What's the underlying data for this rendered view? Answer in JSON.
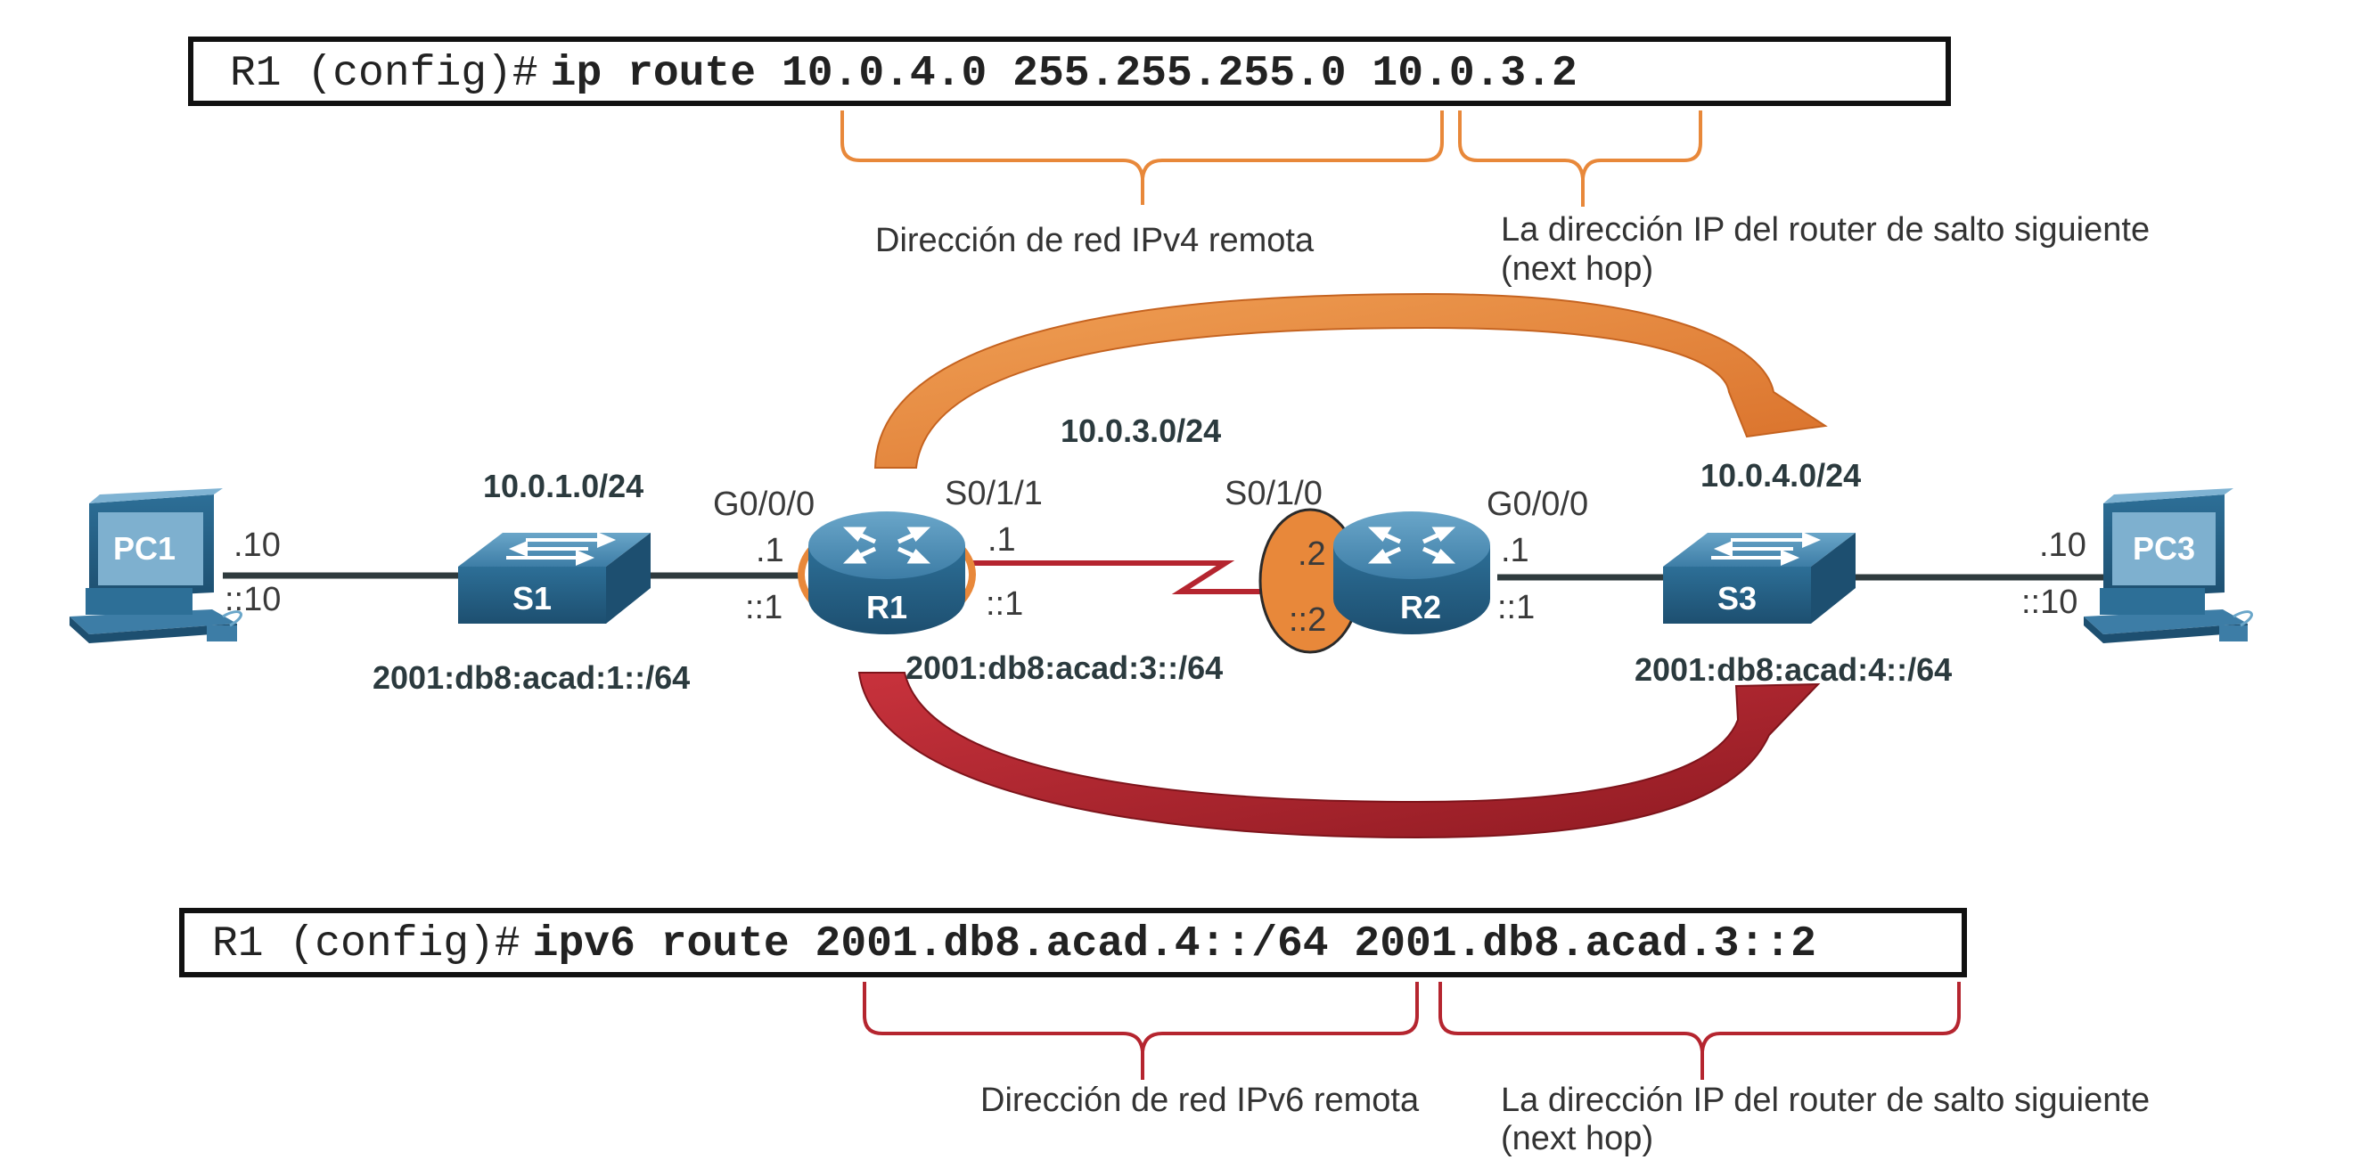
{
  "commands": {
    "ipv4": {
      "prompt": "R1 (config)#",
      "command": "ip route 10.0.4.0 255.255.255.0 10.0.3.2"
    },
    "ipv6": {
      "prompt": "R1 (config)#",
      "command": "ipv6 route 2001.db8.acad.4::/64 2001.db8.acad.3::2"
    }
  },
  "annotations": {
    "ipv4_network": "Dirección de red IPv4 remota",
    "ipv4_nexthop_line1": "La dirección IP del router de salto siguiente",
    "ipv4_nexthop_line2": "(next hop)",
    "ipv6_network": "Dirección de red IPv6 remota",
    "ipv6_nexthop_line1": "La dirección IP del router de salto siguiente",
    "ipv6_nexthop_line2": "(next hop)"
  },
  "devices": {
    "pc1": "PC1",
    "pc3": "PC3",
    "s1": "S1",
    "s3": "S3",
    "r1": "R1",
    "r2": "R2"
  },
  "networks": {
    "lan1_v4": "10.0.1.0/24",
    "lan1_v6": "2001:db8:acad:1::/64",
    "wan_v4": "10.0.3.0/24",
    "wan_v6": "2001:db8:acad:3::/64",
    "lan4_v4": "10.0.4.0/24",
    "lan4_v6": "2001:db8:acad:4::/64"
  },
  "interfaces": {
    "r1_g": "G0/0/0",
    "r1_s": "S0/1/1",
    "r2_s": "S0/1/0",
    "r2_g": "G0/0/0"
  },
  "addresses": {
    "pc1_v4": ".10",
    "pc1_v6": "::10",
    "r1_g_v4": ".1",
    "r1_g_v6": "::1",
    "r1_s_v4": ".1",
    "r1_s_v6": "::1",
    "r2_s_v4": ".2",
    "r2_s_v6": "::2",
    "r2_g_v4": ".1",
    "r2_g_v6": "::1",
    "pc3_v4": ".10",
    "pc3_v6": "::10"
  },
  "colors": {
    "ipv4_accent": "#e8883a",
    "ipv6_accent": "#b5252f",
    "device_blue": "#2e6e96",
    "link": "#2f3b3e"
  }
}
